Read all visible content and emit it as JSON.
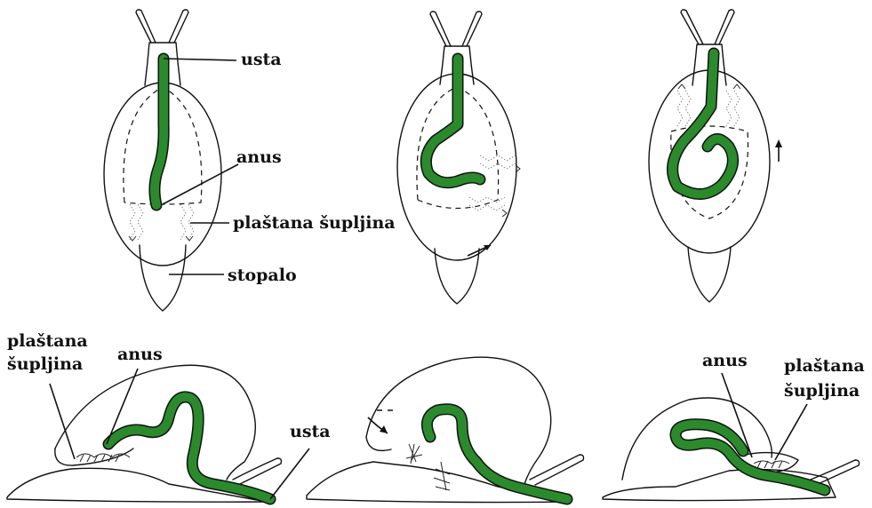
{
  "colors": {
    "intestine": "#2a8a2c",
    "outline": "#111111"
  },
  "top_labels": {
    "mouth": "usta",
    "anus": "anus",
    "mantle_cavity": "plaštana šupljina",
    "foot": "stopalo"
  },
  "bottom_left_labels": {
    "mantle_cavity_line1": "plaštana",
    "mantle_cavity_line2": "šupljina",
    "anus": "anus",
    "mouth": "usta"
  },
  "bottom_right_labels": {
    "anus": "anus",
    "mantle_cavity_line1": "plaštana",
    "mantle_cavity_line2": "šupljina"
  }
}
